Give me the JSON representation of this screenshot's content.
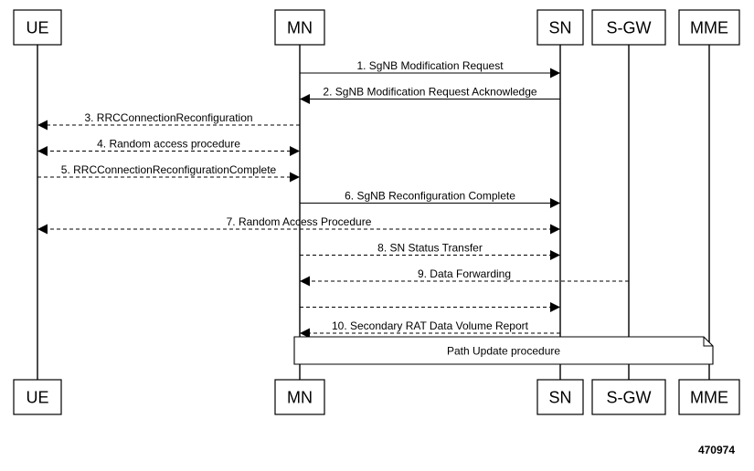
{
  "participants": [
    {
      "id": "ue",
      "label": "UE"
    },
    {
      "id": "mn",
      "label": "MN"
    },
    {
      "id": "sn",
      "label": "SN"
    },
    {
      "id": "sgw",
      "label": "S-GW"
    },
    {
      "id": "mme",
      "label": "MME"
    }
  ],
  "messages": [
    {
      "id": "m1",
      "label": "1. SgNB Modification Request",
      "from": "mn",
      "to": "sn",
      "style": "solid"
    },
    {
      "id": "m2",
      "label": "2. SgNB Modification Request Acknowledge",
      "from": "sn",
      "to": "mn",
      "style": "solid"
    },
    {
      "id": "m3",
      "label": "3. RRCConnectionReconfiguration",
      "from": "mn",
      "to": "ue",
      "style": "dashed"
    },
    {
      "id": "m4",
      "label": "4. Random access procedure",
      "from": "ue",
      "to": "mn",
      "style": "dashed",
      "bidirectional": true
    },
    {
      "id": "m5",
      "label": "5. RRCConnectionReconfigurationComplete",
      "from": "ue",
      "to": "mn",
      "style": "dashed"
    },
    {
      "id": "m6",
      "label": "6. SgNB Reconfiguration Complete",
      "from": "mn",
      "to": "sn",
      "style": "solid"
    },
    {
      "id": "m7",
      "label": "7. Random Access Procedure",
      "from": "ue",
      "to": "sn",
      "style": "dashed",
      "bidirectional": true
    },
    {
      "id": "m8",
      "label": "8. SN Status Transfer",
      "from": "mn",
      "to": "sn",
      "style": "dashed"
    },
    {
      "id": "m9",
      "label": "9. Data Forwarding",
      "from": "sgw",
      "to": "mn",
      "style": "dashed"
    },
    {
      "id": "m9b",
      "label": "",
      "from": "mn",
      "to": "sn",
      "style": "dashed"
    },
    {
      "id": "m10",
      "label": "10. Secondary RAT Data Volume Report",
      "from": "sn",
      "to": "mn",
      "style": "dashed"
    }
  ],
  "note": {
    "label": "Path Update procedure",
    "from": "mn",
    "to": "mme"
  },
  "figure_id": "470974"
}
